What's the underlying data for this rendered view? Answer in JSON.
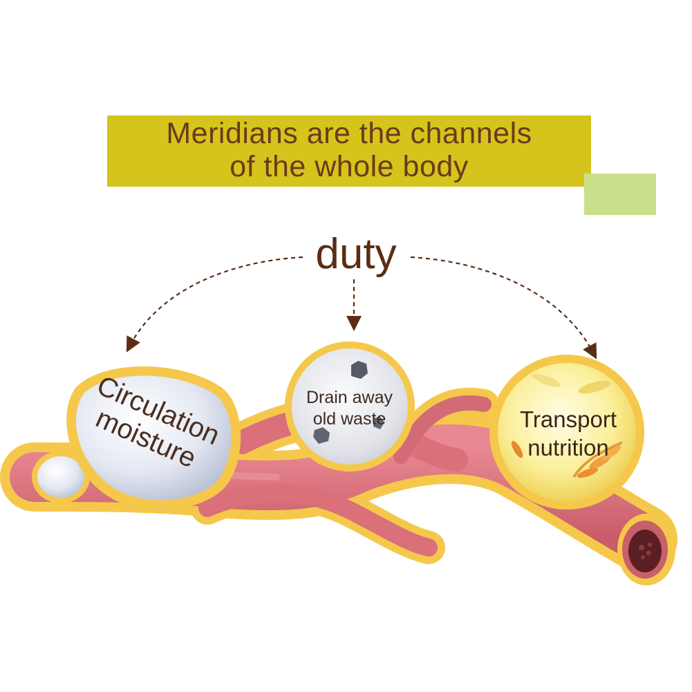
{
  "title": {
    "line1": "Meridians are the channels",
    "line2": "of the whole body"
  },
  "duty_label": "duty",
  "bubbles": [
    {
      "id": "circulation",
      "line1": "Circulation",
      "line2": "moisture"
    },
    {
      "id": "drain",
      "line1": "Drain away",
      "line2": "old waste"
    },
    {
      "id": "transport",
      "line1": "Transport",
      "line2": "nutrition"
    }
  ],
  "colors": {
    "banner": "#d4c41c",
    "accent_block": "#c9e08a",
    "title_text": "#6b3a1a",
    "vessel": "#d9707a",
    "vessel_outline": "#f5c84c",
    "arrows": "#5a2d14"
  }
}
